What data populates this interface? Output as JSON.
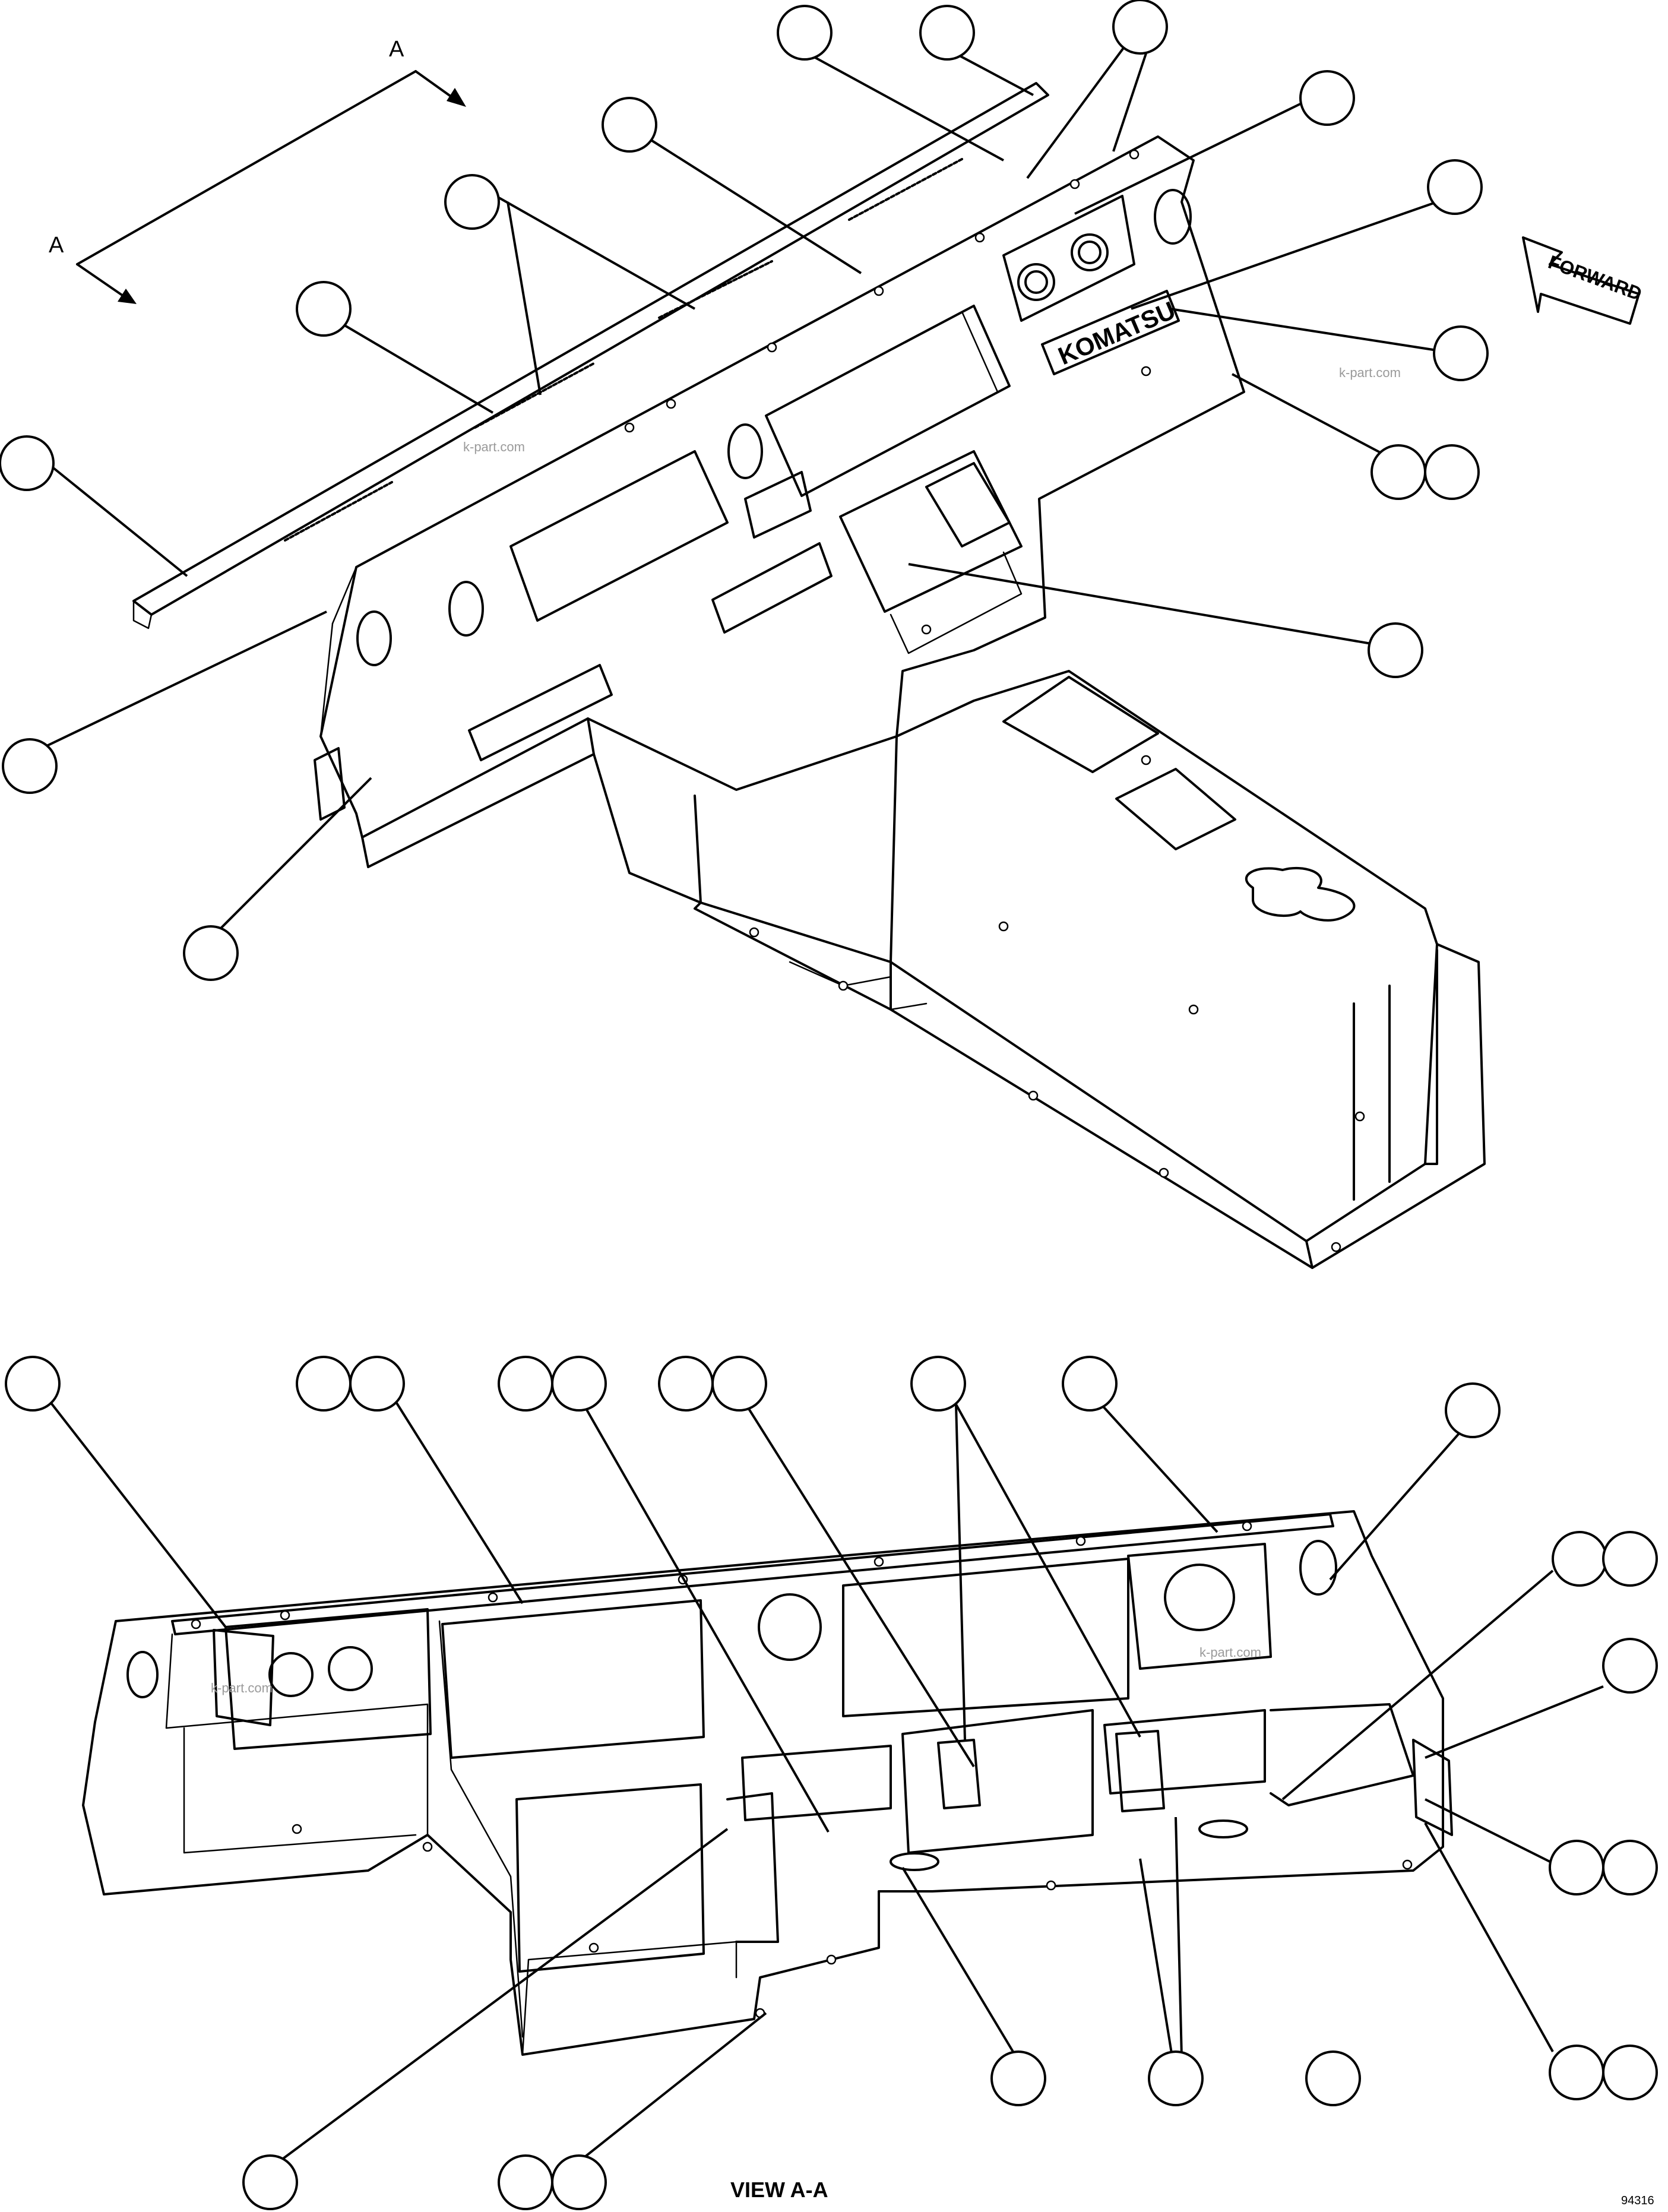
{
  "section_arrows": {
    "top_label": "A",
    "left_label": "A"
  },
  "forward_indicator": {
    "label": "FORWARD"
  },
  "brand_plate": {
    "text": "KOMATSU"
  },
  "watermark": {
    "text": "k-part.com"
  },
  "view_title": "VIEW A-A",
  "drawing_number": "94316"
}
